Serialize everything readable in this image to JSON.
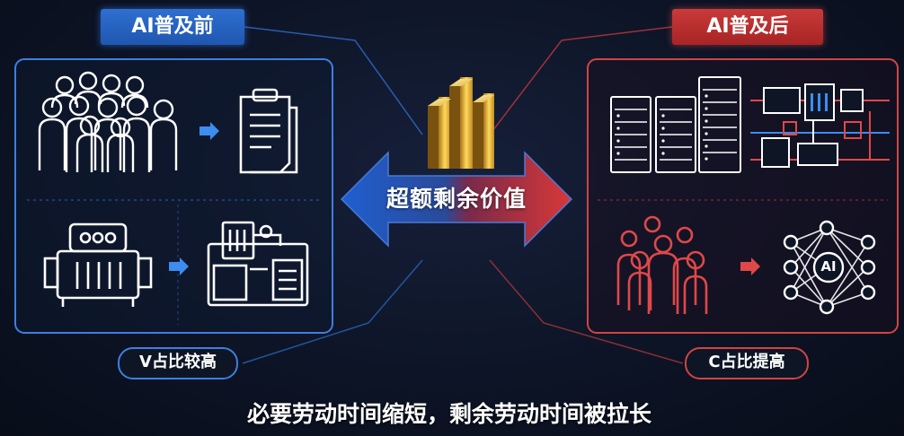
{
  "left_panel": {
    "tag": "AI普及前",
    "pill": "V占比较高",
    "color": "#3d7fe0"
  },
  "right_panel": {
    "tag": "AI普及后",
    "pill": "C占比提高",
    "color": "#d04444"
  },
  "center": {
    "label": "超额剩余价值"
  },
  "caption": "必要劳动时间缩短，剩余劳动时间被拉长",
  "ai_node": {
    "label": "AI"
  },
  "icons": [
    "crowd-icon",
    "clipboard-icon",
    "machine-icon",
    "factory-equipment-icon",
    "server-rack-icon",
    "circuit-diagram-icon",
    "small-crowd-icon",
    "neural-network-icon",
    "arrow-right-icon",
    "gold-bars-icon",
    "double-arrow-icon"
  ]
}
